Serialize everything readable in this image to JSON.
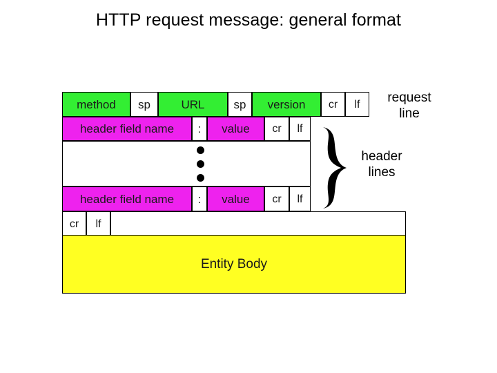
{
  "page": {
    "title": "HTTP request message: general format",
    "background": "#ffffff"
  },
  "colors": {
    "request_line_fill": "#33ee33",
    "header_line_fill": "#ee22ee",
    "entity_body_fill": "#ffff22",
    "blank_fill": "#ffffff",
    "stroke": "#000000"
  },
  "diagram": {
    "rows": {
      "request_line": {
        "label": "request line",
        "cells": [
          {
            "text": "method",
            "fill": "green"
          },
          {
            "text": "sp",
            "fill": "white"
          },
          {
            "text": "URL",
            "fill": "green"
          },
          {
            "text": "sp",
            "fill": "white"
          },
          {
            "text": "version",
            "fill": "green"
          },
          {
            "text": "cr",
            "fill": "white"
          },
          {
            "text": "lf",
            "fill": "white"
          }
        ]
      },
      "header_line_first": {
        "cells": [
          {
            "text": "header field name",
            "fill": "magenta"
          },
          {
            "text": ":",
            "fill": "white"
          },
          {
            "text": "value",
            "fill": "magenta"
          },
          {
            "text": "cr",
            "fill": "white"
          },
          {
            "text": "lf",
            "fill": "white"
          }
        ]
      },
      "ellipsis": {
        "dots": 3
      },
      "header_line_last": {
        "cells": [
          {
            "text": "header field name",
            "fill": "magenta"
          },
          {
            "text": ":",
            "fill": "white"
          },
          {
            "text": "value",
            "fill": "magenta"
          },
          {
            "text": "cr",
            "fill": "white"
          },
          {
            "text": "lf",
            "fill": "white"
          }
        ]
      },
      "blank_line": {
        "cells": [
          {
            "text": "cr",
            "fill": "white"
          },
          {
            "text": "lf",
            "fill": "white"
          },
          {
            "text": "",
            "fill": "white"
          }
        ]
      },
      "entity_body": {
        "text": "Entity Body",
        "fill": "yellow"
      }
    },
    "annotations": {
      "request_line_label": "request\nline",
      "header_lines_label": "header\nlines",
      "brace": "right-curly-brace"
    }
  }
}
